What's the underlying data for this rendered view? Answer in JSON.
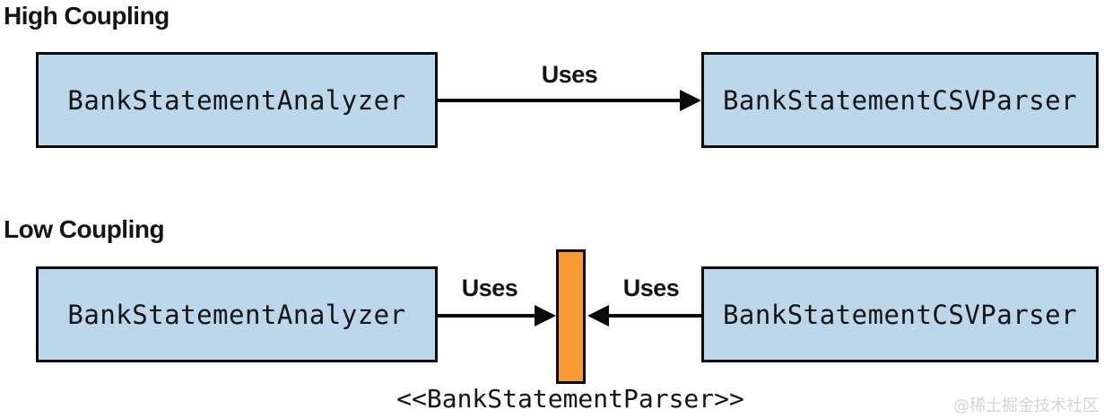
{
  "colors": {
    "box_fill": "#bdd7ea",
    "box_border": "#0a0a0a",
    "interface_fill": "#f89b33",
    "arrow_color": "#0a0a0a",
    "text_color": "#141414",
    "watermark_color": "#d4d4d4",
    "page_bg": "#ffffff"
  },
  "high_coupling": {
    "title": "High Coupling",
    "left_box_label": "BankStatementAnalyzer",
    "right_box_label": "BankStatementCSVParser",
    "arrow_label": "Uses"
  },
  "low_coupling": {
    "title": "Low Coupling",
    "left_box_label": "BankStatementAnalyzer",
    "right_box_label": "BankStatementCSVParser",
    "left_arrow_label": "Uses",
    "right_arrow_label": "Uses",
    "interface_label": "<<BankStatementParser>>"
  },
  "watermark": "@稀土掘金技术社区"
}
